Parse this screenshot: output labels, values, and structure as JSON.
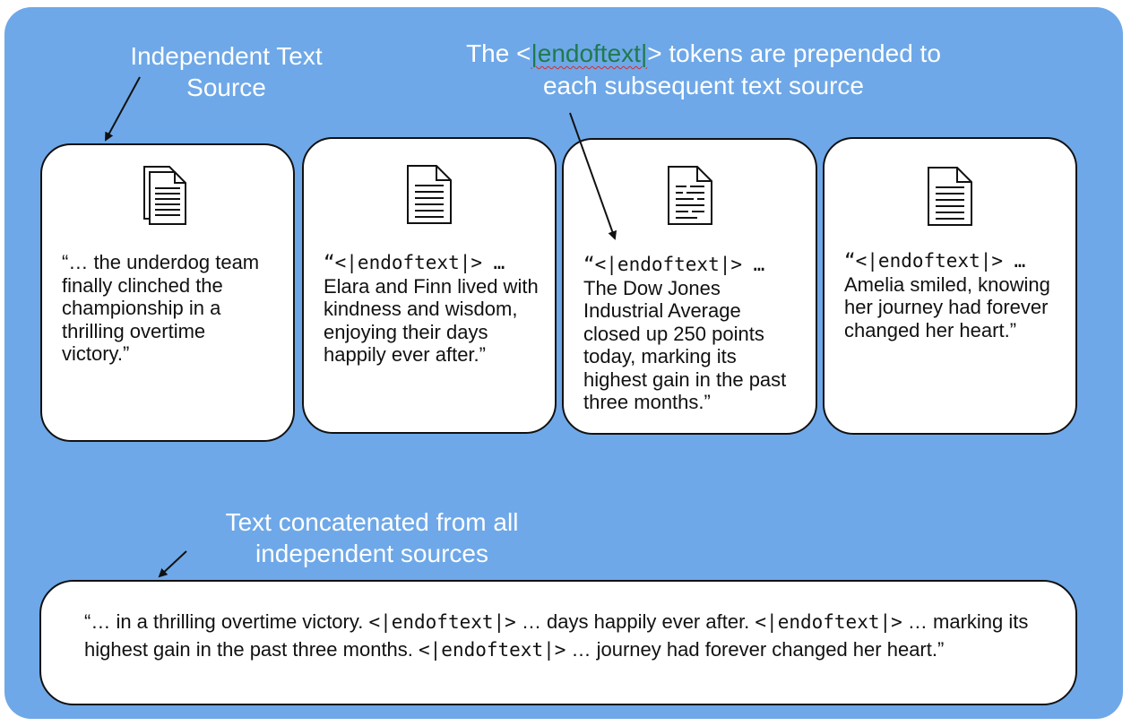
{
  "labels": {
    "independent_source": "Independent Text\nSource",
    "endoftext_note_prefix": "The <",
    "endoftext_note_token": "|endoftext|",
    "endoftext_note_suffix": "> tokens are prepended to",
    "endoftext_note_line2": "each subsequent text source",
    "concatenated": "Text concatenated from all\nindependent  sources"
  },
  "cards": [
    {
      "icon": "stacked-documents-icon",
      "lead": "",
      "text": "“… the underdog team finally clinched the championship in a thrilling overtime victory.”"
    },
    {
      "icon": "document-icon",
      "lead": "“<|endoftext|> …",
      "text": "Elara and Finn lived with kindness and wisdom, enjoying their days happily ever after.”"
    },
    {
      "icon": "document-lines-icon",
      "lead": "“<|endoftext|> …",
      "text": "The Dow Jones Industrial Average closed up 250 points today, marking its highest gain in the past three months.”"
    },
    {
      "icon": "document-icon",
      "lead": "“<|endoftext|> …",
      "text": "Amelia smiled, knowing her journey had forever changed her heart.”"
    }
  ],
  "concatenated_text": {
    "p1": "“… in a thrilling overtime victory. ",
    "t1": "<|endoftext|>",
    "p2": " … days happily ever after. ",
    "t2": "<|endoftext|>",
    "p3": " … marking its highest gain in the past three months. ",
    "t3": "<|endoftext|>",
    "p4": " … journey had forever changed her heart.”"
  },
  "colors": {
    "panel": "#6ea8e8",
    "token_highlight": "#1f7a4d",
    "spellcheck_underline": "#d62c2c"
  }
}
